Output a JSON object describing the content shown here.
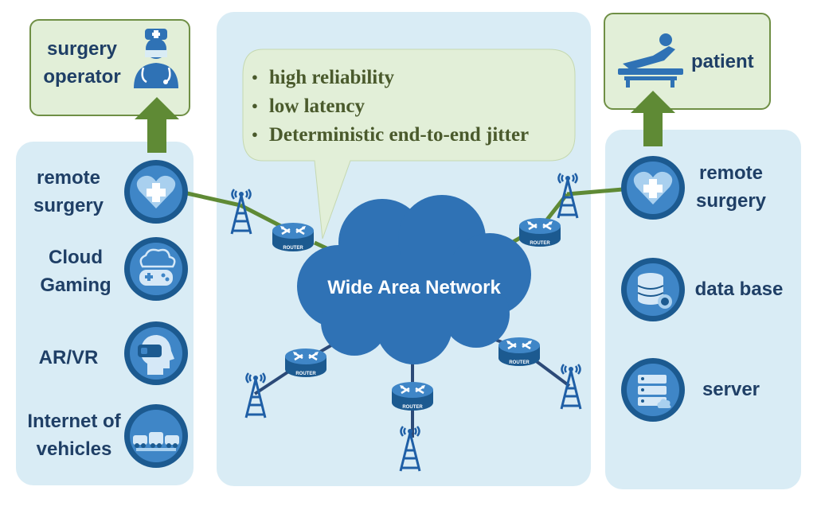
{
  "requirements": [
    "high reliability",
    "low latency",
    "Deterministic end-to-end jitter"
  ],
  "wan_label": "Wide Area Network",
  "router_label": "ROUTER",
  "top_left_box": {
    "line1": "surgery",
    "line2": "operator",
    "icon": "surgeon-icon"
  },
  "top_right_box": {
    "label": "patient",
    "icon": "patient-bed-icon"
  },
  "left_apps": [
    {
      "line1": "remote",
      "line2": "surgery",
      "icon": "heart-cross-icon"
    },
    {
      "line1": "Cloud",
      "line2": "Gaming",
      "icon": "gamepad-cloud-icon"
    },
    {
      "line1": "AR/VR",
      "line2": "",
      "icon": "vr-headset-icon"
    },
    {
      "line1": "Internet of",
      "line2": "vehicles",
      "icon": "cars-icon"
    }
  ],
  "right_apps": [
    {
      "line1": "remote",
      "line2": "surgery",
      "icon": "heart-cross-icon"
    },
    {
      "line1": "data base",
      "line2": "",
      "icon": "database-icon"
    },
    {
      "line1": "server",
      "line2": "",
      "icon": "server-icon"
    }
  ],
  "colors": {
    "panel": "#d9ecf5",
    "green_box": "#e2efd8",
    "green_arrow": "#5f8a35",
    "cloud": "#2f72b5",
    "icon_dark": "#1c5a90",
    "label_text": "#1f3f66",
    "requirement_text": "#4a5a2c"
  }
}
